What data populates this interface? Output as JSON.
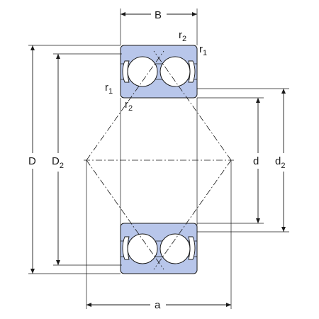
{
  "labels": {
    "B": "B",
    "a": "a",
    "D": "D",
    "D2_main": "D",
    "D2_sub": "2",
    "d": "d",
    "d2_main": "d",
    "d2_sub": "2",
    "r_main": "r",
    "sub_1": "1",
    "sub_2": "2"
  },
  "colors": {
    "ring_fill": "#b8c6ea",
    "line": "#1a1a1a"
  }
}
